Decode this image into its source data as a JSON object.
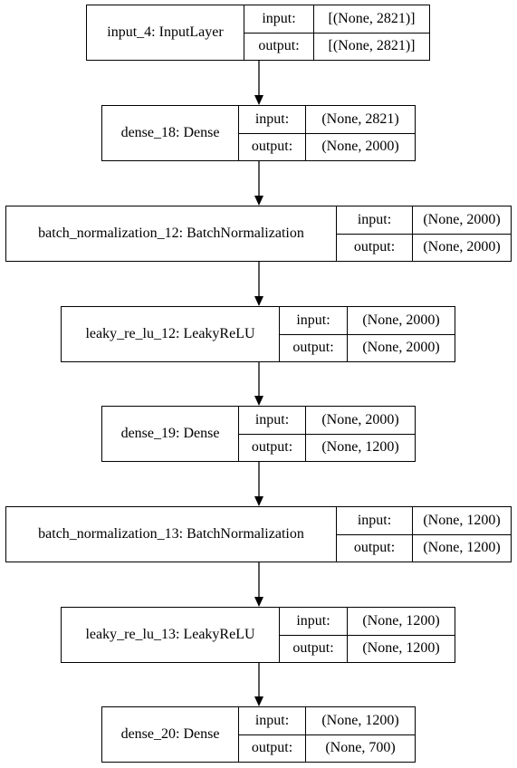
{
  "layers": [
    {
      "name": "input_4: InputLayer",
      "input_label": "input:",
      "output_label": "output:",
      "input_shape": "[(None, 2821)]",
      "output_shape": "[(None, 2821)]"
    },
    {
      "name": "dense_18: Dense",
      "input_label": "input:",
      "output_label": "output:",
      "input_shape": "(None, 2821)",
      "output_shape": "(None, 2000)"
    },
    {
      "name": "batch_normalization_12: BatchNormalization",
      "input_label": "input:",
      "output_label": "output:",
      "input_shape": "(None, 2000)",
      "output_shape": "(None, 2000)"
    },
    {
      "name": "leaky_re_lu_12: LeakyReLU",
      "input_label": "input:",
      "output_label": "output:",
      "input_shape": "(None, 2000)",
      "output_shape": "(None, 2000)"
    },
    {
      "name": "dense_19: Dense",
      "input_label": "input:",
      "output_label": "output:",
      "input_shape": "(None, 2000)",
      "output_shape": "(None, 1200)"
    },
    {
      "name": "batch_normalization_13: BatchNormalization",
      "input_label": "input:",
      "output_label": "output:",
      "input_shape": "(None, 1200)",
      "output_shape": "(None, 1200)"
    },
    {
      "name": "leaky_re_lu_13: LeakyReLU",
      "input_label": "input:",
      "output_label": "output:",
      "input_shape": "(None, 1200)",
      "output_shape": "(None, 1200)"
    },
    {
      "name": "dense_20: Dense",
      "input_label": "input:",
      "output_label": "output:",
      "input_shape": "(None, 1200)",
      "output_shape": "(None, 700)"
    }
  ],
  "edges": [
    [
      0,
      1
    ],
    [
      1,
      2
    ],
    [
      2,
      3
    ],
    [
      3,
      4
    ],
    [
      4,
      5
    ],
    [
      5,
      6
    ],
    [
      6,
      7
    ]
  ]
}
